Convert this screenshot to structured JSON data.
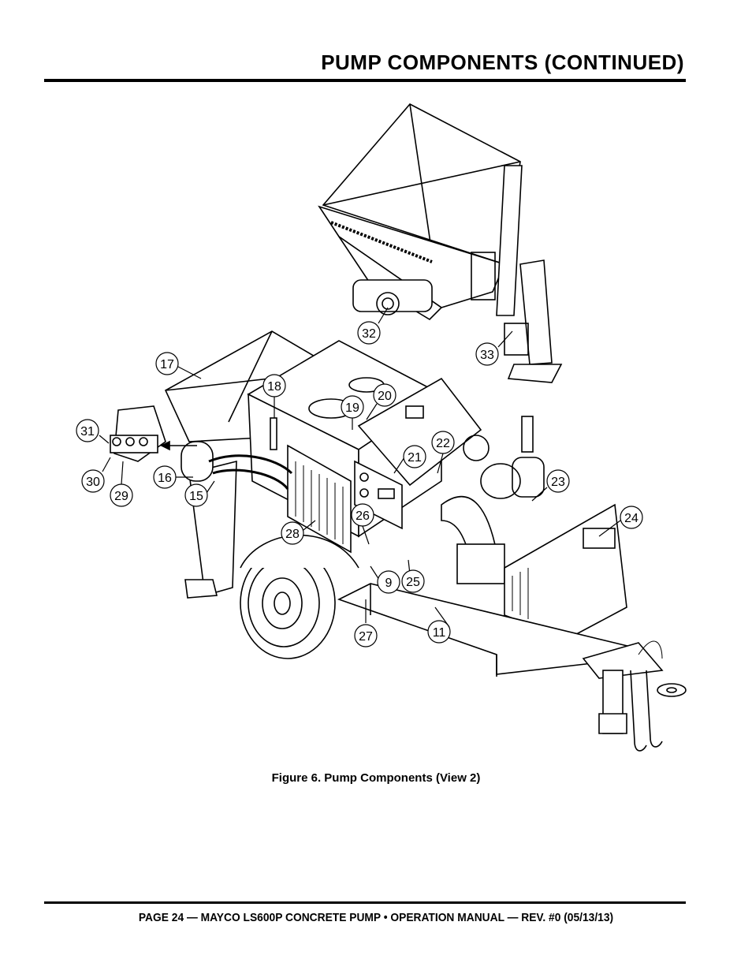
{
  "header": {
    "title": "PUMP COMPONENTS (CONTINUED)"
  },
  "figure": {
    "caption": "Figure 6. Pump Components (View 2)",
    "callouts": [
      "32",
      "33",
      "17",
      "18",
      "19",
      "20",
      "31",
      "30",
      "29",
      "16",
      "15",
      "21",
      "22",
      "23",
      "24",
      "26",
      "28",
      "9",
      "25",
      "27",
      "11"
    ]
  },
  "footer": {
    "text": "PAGE 24 — MAYCO LS600P CONCRETE PUMP • OPERATION MANUAL — REV. #0 (05/13/13)"
  }
}
